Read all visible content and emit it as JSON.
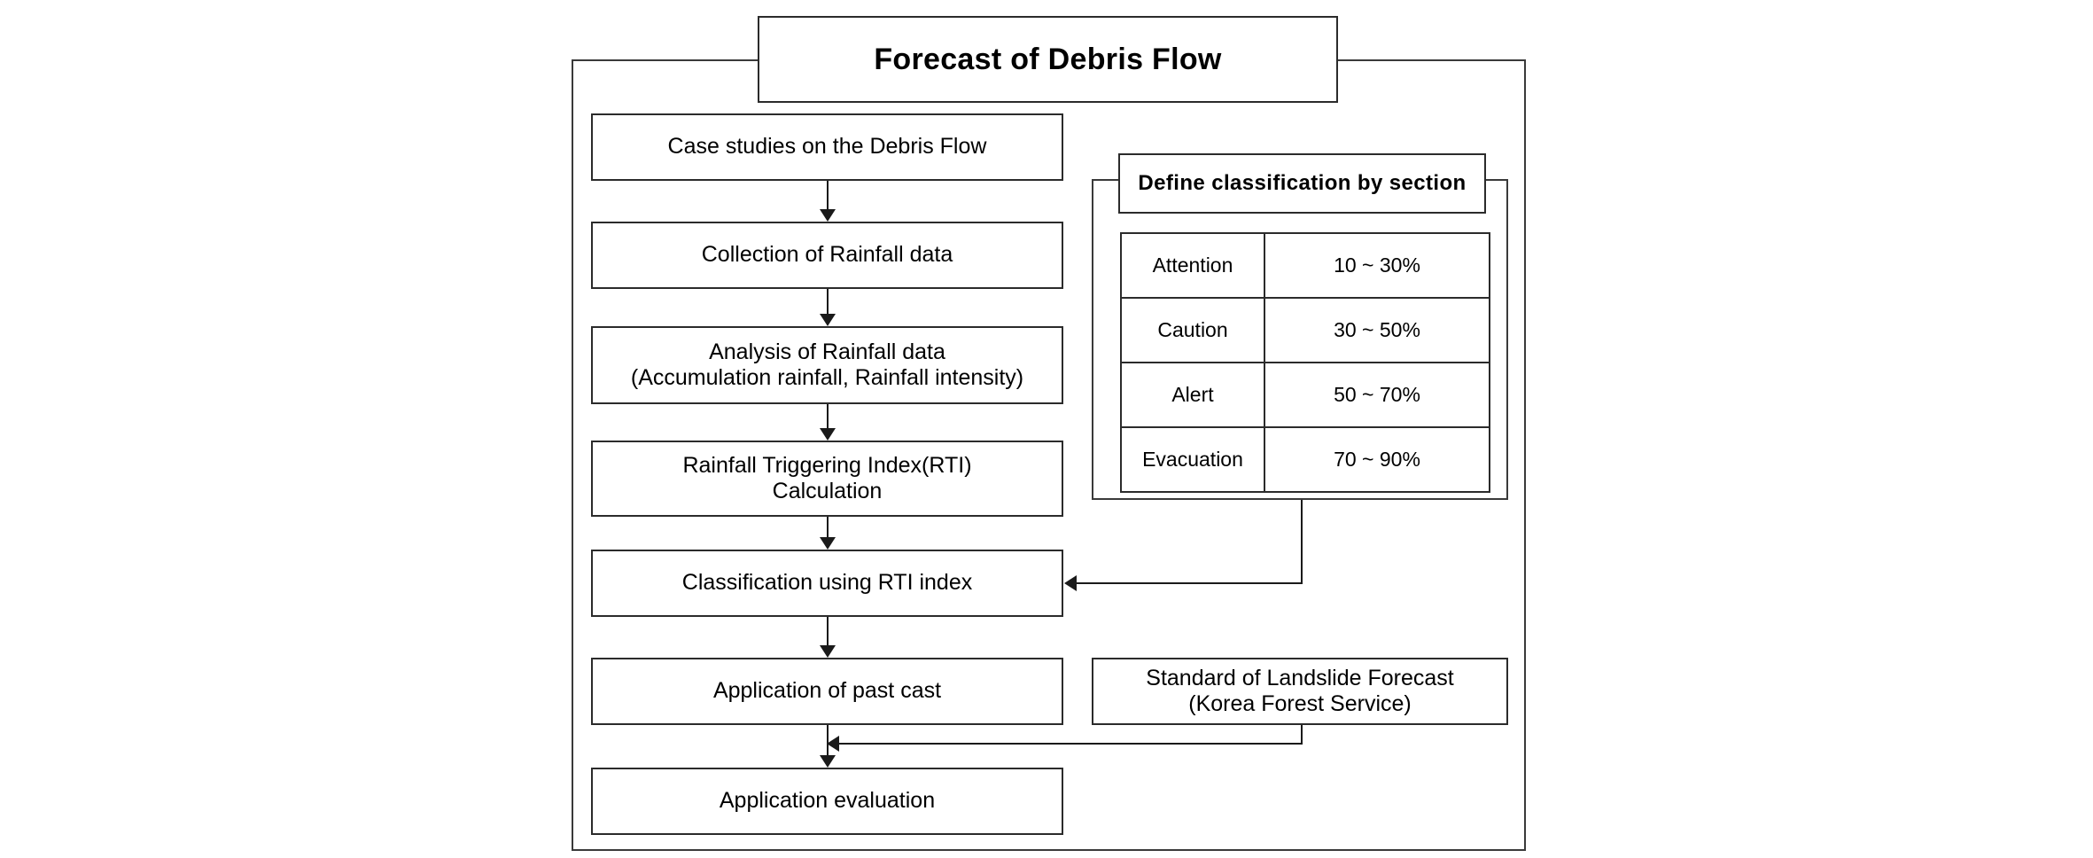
{
  "diagram": {
    "title": "Forecast of Debris Flow",
    "flow_steps": [
      {
        "id": "case-studies",
        "lines": [
          "Case studies on the Debris Flow"
        ]
      },
      {
        "id": "collection",
        "lines": [
          "Collection of Rainfall data"
        ]
      },
      {
        "id": "analysis",
        "lines": [
          "Analysis of Rainfall data",
          "(Accumulation rainfall, Rainfall intensity)"
        ]
      },
      {
        "id": "rti-calculation",
        "lines": [
          "Rainfall Triggering Index(RTI)",
          "Calculation"
        ]
      },
      {
        "id": "classification",
        "lines": [
          "Classification using RTI index"
        ]
      },
      {
        "id": "past-cast",
        "lines": [
          "Application of past cast"
        ]
      },
      {
        "id": "evaluation",
        "lines": [
          "Application evaluation"
        ]
      }
    ],
    "side_nodes": [
      {
        "id": "standard-landslide",
        "lines": [
          "Standard of Landslide Forecast",
          "(Korea Forest Service)"
        ]
      }
    ],
    "classification_panel": {
      "header": "Define  classification  by section",
      "rows": [
        {
          "category": "Attention",
          "range": "10 ~ 30%"
        },
        {
          "category": "Caution",
          "range": "30 ~ 50%"
        },
        {
          "category": "Alert",
          "range": "50 ~ 70%"
        },
        {
          "category": "Evacuation",
          "range": "70 ~ 90%"
        }
      ]
    },
    "colors": {
      "background": "#ffffff",
      "box_border": "#2b2b2b",
      "frame_border": "#3a3a3a",
      "connector": "#1a1a1a",
      "text": "#000000"
    }
  }
}
